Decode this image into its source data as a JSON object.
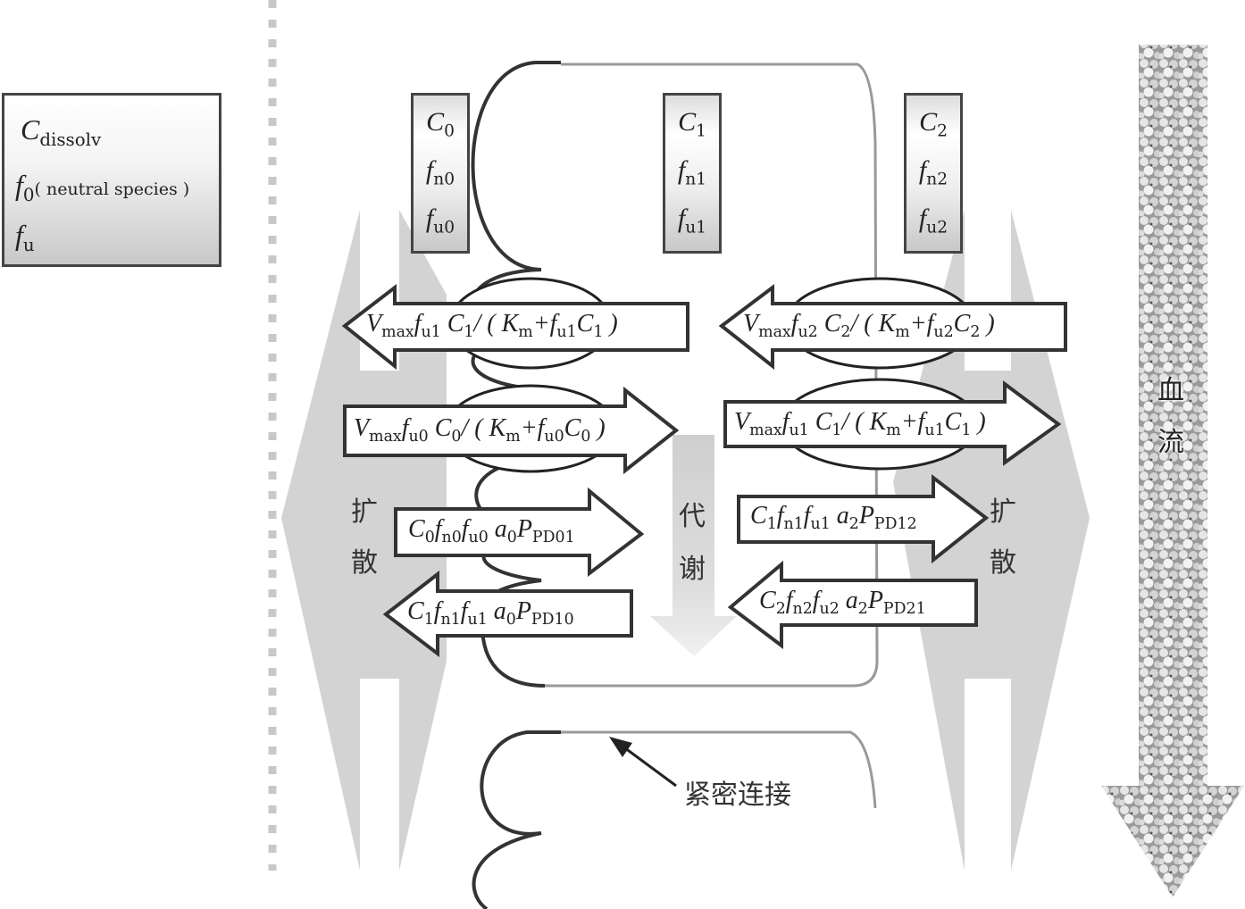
{
  "legend": {
    "row1": {
      "symbol": "C",
      "sub": "dissolv"
    },
    "row2": {
      "symbol": "f",
      "sub": "0",
      "note": "( neutral species )"
    },
    "row3": {
      "symbol": "f",
      "sub": "u"
    }
  },
  "compartments": [
    {
      "c": "C",
      "c_sub": "0",
      "fn": "f",
      "fn_sub": "n0",
      "fu": "f",
      "fu_sub": "u0"
    },
    {
      "c": "C",
      "c_sub": "1",
      "fn": "f",
      "fn_sub": "n1",
      "fu": "f",
      "fu_sub": "u1"
    },
    {
      "c": "C",
      "c_sub": "2",
      "fn": "f",
      "fn_sub": "n2",
      "fu": "f",
      "fu_sub": "u2"
    }
  ],
  "arrows": {
    "efflux_left": {
      "direction": "left",
      "text_a": "V",
      "sub_a": "max",
      "text_b": "f",
      "sub_b": "u1",
      "text_c": " C",
      "sub_c": "1",
      "text_d": "/ ( K",
      "sub_d": "m",
      "text_e": "+f",
      "sub_e": "u1",
      "text_f": "C",
      "sub_f": "1",
      "text_g": " )"
    },
    "influx_left": {
      "direction": "right",
      "text_a": "V",
      "sub_a": "max",
      "text_b": "f",
      "sub_b": "u0",
      "text_c": " C",
      "sub_c": "0",
      "text_d": "/ ( K",
      "sub_d": "m",
      "text_e": "+f",
      "sub_e": "u0",
      "text_f": "C",
      "sub_f": "0",
      "text_g": " )"
    },
    "efflux_right": {
      "direction": "left",
      "text_a": "V",
      "sub_a": "max",
      "text_b": "f",
      "sub_b": "u2",
      "text_c": " C",
      "sub_c": "2",
      "text_d": "/ ( K",
      "sub_d": "m",
      "text_e": "+f",
      "sub_e": "u2",
      "text_f": "C",
      "sub_f": "2",
      "text_g": " )"
    },
    "influx_right": {
      "direction": "right",
      "text_a": "V",
      "sub_a": "max",
      "text_b": "f",
      "sub_b": "u1",
      "text_c": " C",
      "sub_c": "1",
      "text_d": "/ ( K",
      "sub_d": "m",
      "text_e": "+f",
      "sub_e": "u1",
      "text_f": "C",
      "sub_f": "1",
      "text_g": " )"
    },
    "passive_01": {
      "direction": "right",
      "t1": "C",
      "s1": "0",
      "t2": "f",
      "s2": "n0",
      "t3": "f",
      "s3": "u0",
      "t4": " a",
      "s4": "0",
      "t5": "P",
      "s5": "PD01"
    },
    "passive_10": {
      "direction": "left",
      "t1": "C",
      "s1": "1",
      "t2": "f",
      "s2": "n1",
      "t3": "f",
      "s3": "u1",
      "t4": " a",
      "s4": "0",
      "t5": "P",
      "s5": "PD10"
    },
    "passive_12": {
      "direction": "right",
      "t1": "C",
      "s1": "1",
      "t2": "f",
      "s2": "n1",
      "t3": "f",
      "s3": "u1",
      "t4": " a",
      "s4": "2",
      "t5": "P",
      "s5": "PD12"
    },
    "passive_21": {
      "direction": "left",
      "t1": "C",
      "s1": "2",
      "t2": "f",
      "s2": "n2",
      "t3": "f",
      "s3": "u2",
      "t4": " a",
      "s4": "2",
      "t5": "P",
      "s5": "PD21"
    }
  },
  "labels": {
    "diffusion_left": [
      "扩",
      "散"
    ],
    "diffusion_right": [
      "扩",
      "散"
    ],
    "metabolism": [
      "代",
      "谢"
    ],
    "blood_flow": [
      "血",
      "流"
    ],
    "tight_junction": "紧密连接"
  },
  "colors": {
    "box_border": "#444444",
    "membrane_apical": "#333333",
    "membrane_basolateral": "#999999",
    "diffusion_fill": "#d3d3d3",
    "metabolism_fill": "#d0d0d0",
    "divider": "#c8c8c8"
  }
}
